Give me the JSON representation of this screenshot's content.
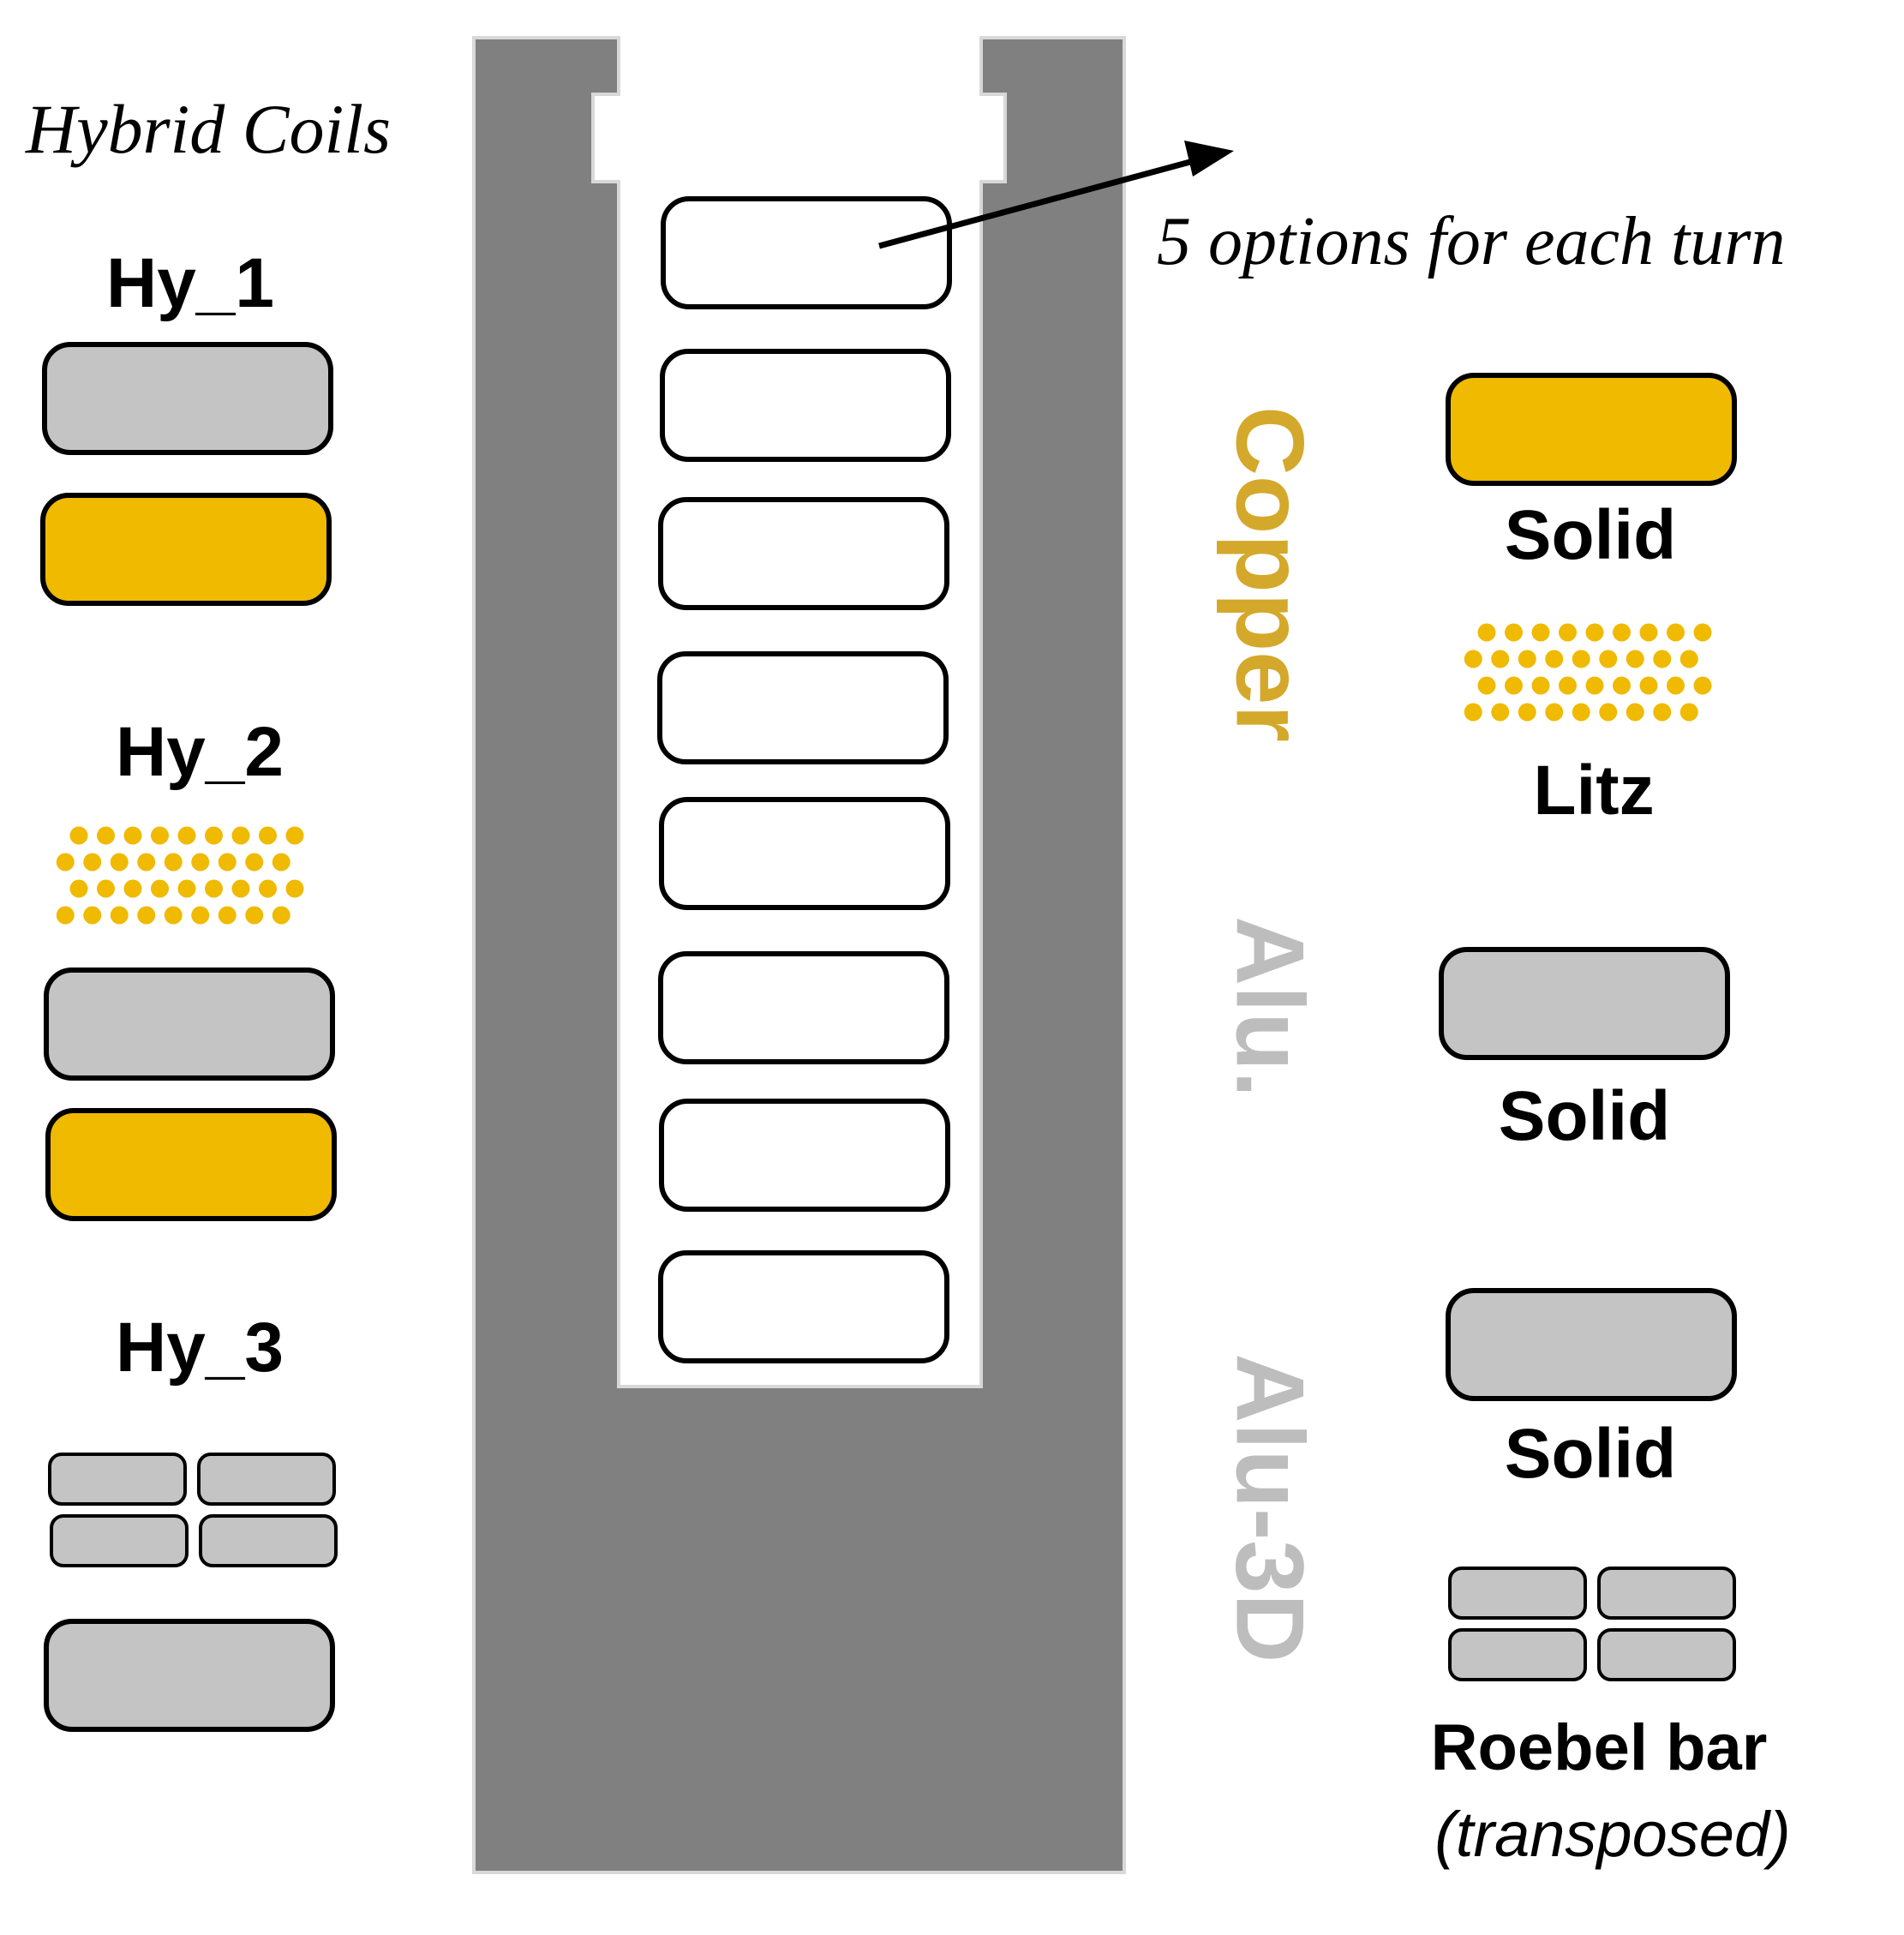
{
  "title": "Hybrid Coils",
  "annotation": "5 options for each turn",
  "colors": {
    "copper": "#EFBA00",
    "aluminium": "#C4C4C4",
    "core": "#808080",
    "copper_text": "#D4A82A",
    "alu_text": "#BDBDBD"
  },
  "hybrids": [
    {
      "label": "Hy_1"
    },
    {
      "label": "Hy_2"
    },
    {
      "label": "Hy_3"
    }
  ],
  "materials": {
    "copper": "Copper",
    "alu": "Alu.",
    "alu3d": "Alu-3D"
  },
  "options": [
    {
      "label": "Solid"
    },
    {
      "label": "Litz"
    },
    {
      "label": "Solid"
    },
    {
      "label": "Solid"
    },
    {
      "label": "Roebel bar",
      "note": "(transposed)"
    }
  ]
}
